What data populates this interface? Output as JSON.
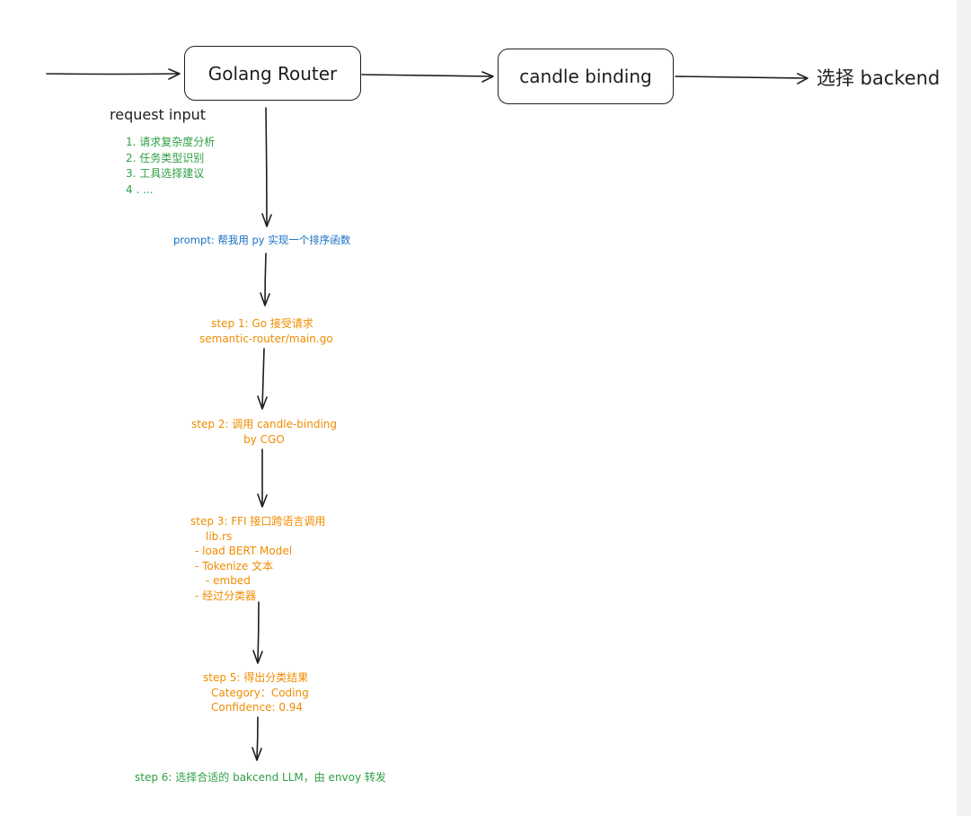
{
  "nodes": {
    "router": "Golang Router",
    "candle": "candle binding"
  },
  "labels": {
    "backend": "选择 backend",
    "request_input": "request input"
  },
  "analysis_items": [
    "1. 请求复杂度分析",
    "2. 任务类型识别",
    "3. 工具选择建议",
    "4 . ..."
  ],
  "prompt": "prompt: 帮我用 py 实现一个排序函数",
  "steps": {
    "step1": {
      "title": "step 1: Go 接受请求",
      "detail": "semantic-router/main.go"
    },
    "step2": {
      "title": "step 2: 调用 candle-binding",
      "detail": "by CGO"
    },
    "step3": {
      "title": "step 3: FFI 接口跨语言调用",
      "lines": [
        "lib.rs",
        "- load BERT Model",
        "- Tokenize 文本",
        "- embed",
        "- 经过分类器"
      ]
    },
    "step5": {
      "title": "step 5:   得出分类结果",
      "category": "Category：Coding",
      "confidence": "Confidence: 0.94"
    },
    "step6": "step 6: 选择合适的 bakcend LLM，由 envoy 转发"
  },
  "colors": {
    "stroke": "#1e1e1e",
    "green": "#2f9e44",
    "blue": "#1971c2",
    "orange": "#f08c00"
  }
}
